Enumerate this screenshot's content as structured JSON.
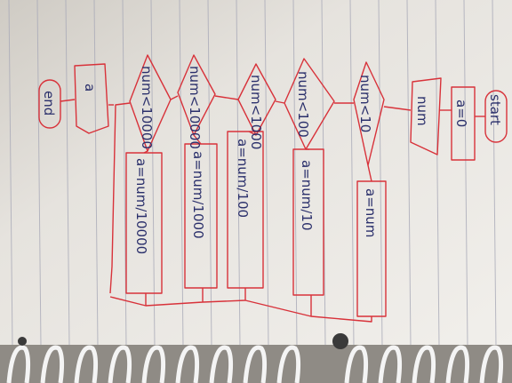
{
  "photo": {
    "paper_color": "#ebe8e3",
    "rule_color": "#a9aab8",
    "ink_red": "#d8323a",
    "ink_blue": "#2a2f6b",
    "ring_color": "#f4f4f4"
  },
  "flowchart": {
    "start": "start",
    "init": "a=0",
    "input": "num",
    "cond1": "num<10",
    "cond2": "num<100",
    "cond3": "num<1000",
    "cond4": "num<10000",
    "cond5": "num<10000",
    "assign1": "a=num",
    "assign2": "a=num/10",
    "assign3": "a=num/100",
    "assign4": "a=num/1000",
    "assign5": "a=num/10000",
    "output": "a",
    "end": "end"
  }
}
